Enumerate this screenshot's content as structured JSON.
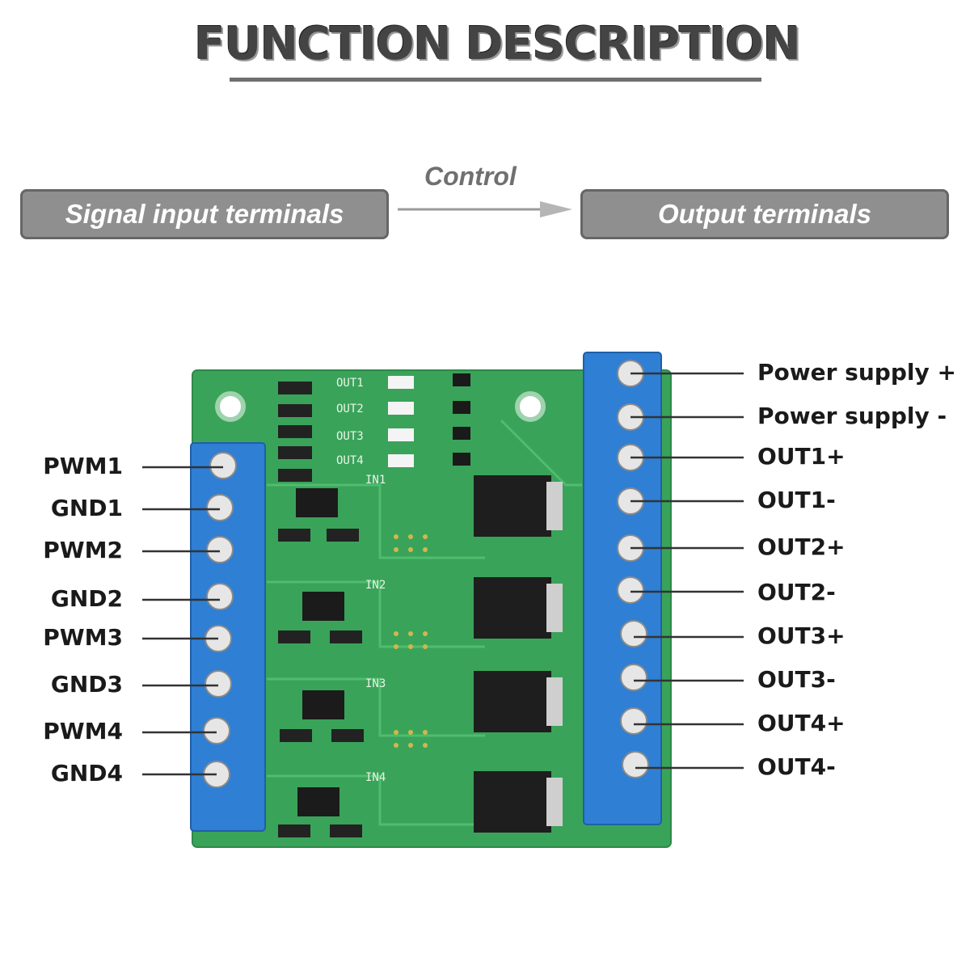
{
  "title": "FUNCTION DESCRIPTION",
  "flow": {
    "input_box": "Signal input terminals",
    "arrow_label": "Control",
    "output_box": "Output terminals"
  },
  "left_terminals": [
    "PWM1",
    "GND1",
    "PWM2",
    "GND2",
    "PWM3",
    "GND3",
    "PWM4",
    "GND4"
  ],
  "right_terminals": [
    "Power supply +",
    "Power supply -",
    "OUT1+",
    "OUT1-",
    "OUT2+",
    "OUT2-",
    "OUT3+",
    "OUT3-",
    "OUT4+",
    "OUT4-"
  ],
  "pcb_labels": {
    "leds": [
      "OUT1",
      "OUT2",
      "OUT3",
      "OUT4"
    ],
    "inputs": [
      "IN1",
      "IN2",
      "IN3",
      "IN4"
    ]
  },
  "colors": {
    "pcb": "#3aa35a",
    "terminal_block": "#2f7fd4",
    "box": "#8f8f8f"
  }
}
